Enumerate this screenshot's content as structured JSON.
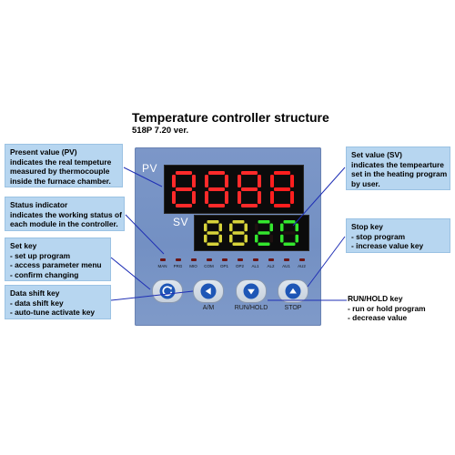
{
  "header": {
    "title": "Temperature controller structure",
    "subtitle": "518P 7.20 ver."
  },
  "display": {
    "pv_label": "PV",
    "sv_label": "SV",
    "pv_digits": "8888",
    "sv_digits": "8820",
    "pv_color": "#ff1e1e",
    "pv_dim_color": "#ff2a2a",
    "sv_color": "#33e62e",
    "sv_dim_color": "#d7d33a"
  },
  "indicators": [
    "MAN",
    "PRG",
    "MIO",
    "COM",
    "OP1",
    "OP2",
    "AL1",
    "AL2",
    "AU1",
    "AU2"
  ],
  "keys": [
    {
      "label": "",
      "icon": "refresh-icon"
    },
    {
      "label": "A/M",
      "icon": "arrow-left-icon"
    },
    {
      "label": "RUN/HOLD",
      "icon": "arrow-down-icon"
    },
    {
      "label": "STOP",
      "icon": "arrow-up-icon"
    }
  ],
  "callouts": {
    "pv": {
      "title": "Present value (PV)",
      "lines": [
        "indicates the real tempeture",
        "measured by thermocouple",
        "inside the furnace chamber."
      ]
    },
    "status": {
      "title": "Status  indicator",
      "lines": [
        "indicates the working status of",
        "each module in the controller."
      ]
    },
    "setkey": {
      "title": "Set key",
      "lines": [
        "- set up program",
        "- access parameter menu",
        "- confirm changing"
      ]
    },
    "datashift": {
      "title": "Data shift key",
      "lines": [
        "- data shift key",
        "- auto-tune activate key"
      ]
    },
    "sv": {
      "title": "Set value (SV)",
      "lines": [
        "indicates the tempearture",
        "set in the heating program",
        "by user."
      ]
    },
    "stop": {
      "title": "Stop key",
      "lines": [
        "- stop program",
        "- increase value key"
      ]
    },
    "runhold": {
      "title": "RUN/HOLD key",
      "lines": [
        "- run or hold program",
        "- decrease value"
      ]
    }
  },
  "colors": {
    "callout_bg": "#b7d6f0",
    "panel": "#7390c3",
    "key_icon": "#1e56b6"
  }
}
